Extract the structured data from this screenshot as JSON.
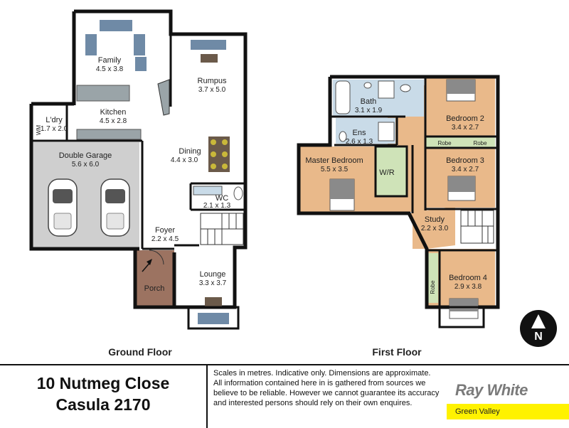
{
  "ground_floor": {
    "title": "Ground Floor",
    "rooms": {
      "family": {
        "name": "Family",
        "dims": "4.5 x 3.8"
      },
      "rumpus": {
        "name": "Rumpus",
        "dims": "3.7 x 5.0"
      },
      "kitchen": {
        "name": "Kitchen",
        "dims": "4.5 x 2.8"
      },
      "laundry": {
        "name": "L'dry",
        "dims": "1.7 x 2.0"
      },
      "dining": {
        "name": "Dining",
        "dims": "4.4 x 3.0"
      },
      "garage": {
        "name": "Double Garage",
        "dims": "5.6 x 6.0"
      },
      "wc": {
        "name": "WC",
        "dims": "2.1 x 1.3"
      },
      "foyer": {
        "name": "Foyer",
        "dims": "2.2 x 4.5"
      },
      "lounge": {
        "name": "Lounge",
        "dims": "3.3 x 3.7"
      },
      "porch": {
        "name": "Porch"
      }
    },
    "wm_label": "WM"
  },
  "first_floor": {
    "title": "First Floor",
    "rooms": {
      "bath": {
        "name": "Bath",
        "dims": "3.1 x 1.9"
      },
      "ens": {
        "name": "Ens",
        "dims": "2.6 x 1.3"
      },
      "master": {
        "name": "Master Bedroom",
        "dims": "5.5 x 3.5"
      },
      "wr": {
        "name": "W/R"
      },
      "bed2": {
        "name": "Bedroom 2",
        "dims": "3.4 x 2.7"
      },
      "bed3": {
        "name": "Bedroom 3",
        "dims": "3.4 x 2.7"
      },
      "study": {
        "name": "Study",
        "dims": "2.2 x 3.0"
      },
      "bed4": {
        "name": "Bedroom 4",
        "dims": "2.9 x 3.8"
      }
    },
    "robe_label": "Robe"
  },
  "compass": {
    "label": "N",
    "icon": "north-arrow-icon"
  },
  "footer": {
    "address_line1": "10 Nutmeg Close",
    "address_line2": "Casula 2170",
    "disclaimer": "Scales in metres. Indicative only. Dimensions are approximate. All information contained here in is gathered from sources we believe to be reliable. However we cannot guarantee its accuracy and interested persons should rely on their own enquires.",
    "brand": "Ray White",
    "branch": "Green Valley"
  },
  "colors": {
    "wall": "#111111",
    "wood_floor": "#e9b98a",
    "tile_floor": "#c9dbe8",
    "garage": "#cfcfcf",
    "porch": "#9c7361",
    "robe": "#cfe3b8",
    "brand_yellow": "#fff200"
  }
}
